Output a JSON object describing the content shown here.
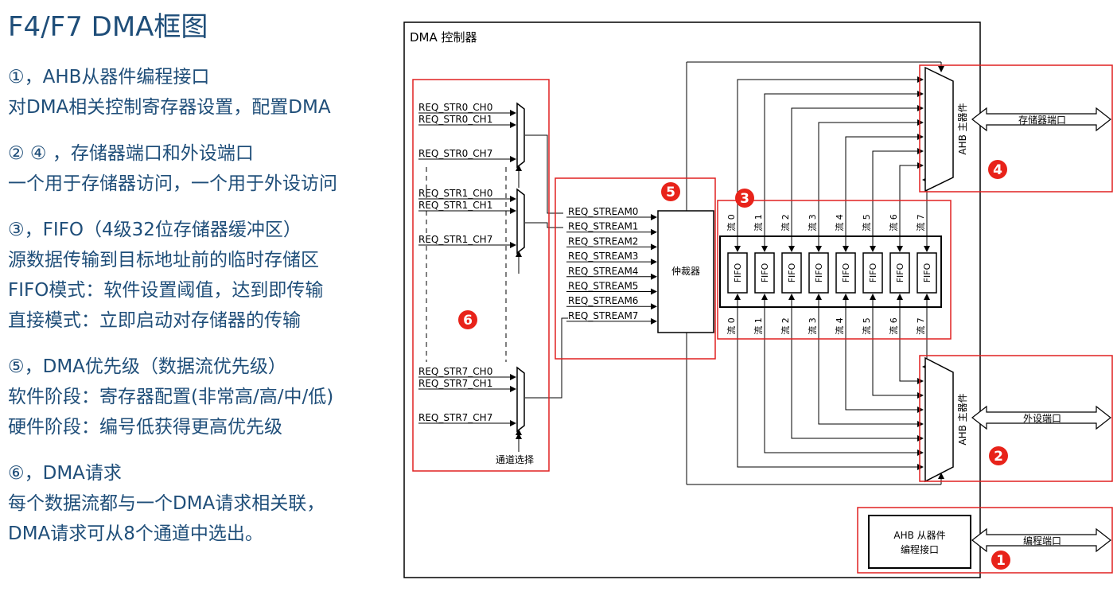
{
  "title": "F4/F7 DMA框图",
  "notes": [
    "①，AHB从器件编程接口",
    "对DMA相关控制寄存器设置，配置DMA",
    "② ④ ，存储器端口和外设端口",
    "一个用于存储器访问，一个用于外设访问",
    "③，FIFO（4级32位存储器缓冲区）",
    "源数据传输到目标地址前的临时存储区",
    "FIFO模式：软件设置阈值，达到即传输",
    "直接模式：立即启动对存储器的传输",
    "⑤，DMA优先级（数据流优先级）",
    "软件阶段：寄存器配置(非常高/高/中/低)",
    "硬件阶段：编号低获得更高优先级",
    "⑥，DMA请求",
    "每个数据流都与一个DMA请求相关联，",
    "DMA请求可从8个通道中选出。"
  ],
  "diagram": {
    "controller_label": "DMA 控制器",
    "mux_inputs": [
      [
        "REQ_STR0_CH0",
        "REQ_STR0_CH1",
        "REQ_STR0_CH7"
      ],
      [
        "REQ_STR1_CH0",
        "REQ_STR1_CH1",
        "REQ_STR1_CH7"
      ],
      [
        "REQ_STR7_CH0",
        "REQ_STR7_CH1",
        "REQ_STR7_CH7"
      ]
    ],
    "channel_select_label": "通道选择",
    "streams": [
      "REQ_STREAM0",
      "REQ_STREAM1",
      "REQ_STREAM2",
      "REQ_STREAM3",
      "REQ_STREAM4",
      "REQ_STREAM5",
      "REQ_STREAM6",
      "REQ_STREAM7"
    ],
    "arbiter_label": "仲裁器",
    "flow_labels": [
      "流 0",
      "流 1",
      "流 2",
      "流 3",
      "流 4",
      "流 5",
      "流 6",
      "流 7"
    ],
    "fifo_label": "FIFO",
    "ahb_master_label": "AHB 主器件",
    "memory_port_label": "存储器端口",
    "peripheral_port_label": "外设端口",
    "ahb_slave_label_line1": "AHB 从器件",
    "ahb_slave_label_line2": "编程接口",
    "program_port_label": "编程端口",
    "markers": [
      "1",
      "2",
      "3",
      "4",
      "5",
      "6"
    ]
  },
  "colors": {
    "text_blue": "#1f4e79",
    "highlight_red": "#e02020",
    "badge_red": "#e8231a"
  }
}
